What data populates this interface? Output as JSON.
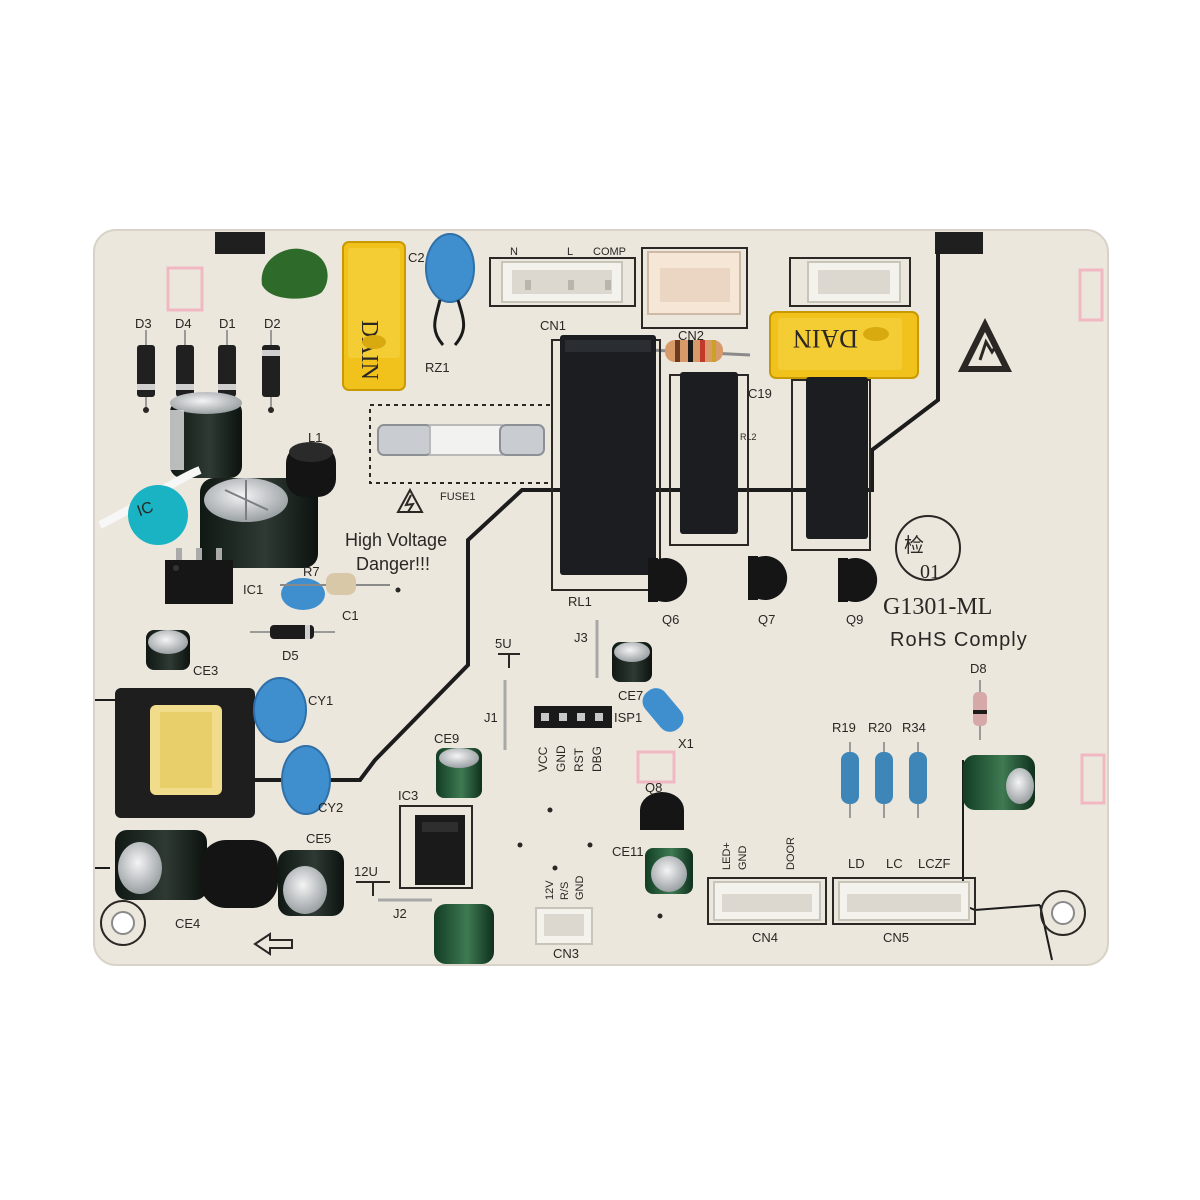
{
  "colors": {
    "board": "#ece7dd",
    "silk": "#2a2724",
    "relay": "#1b1d20",
    "cap_yellow": "#f1c21b",
    "cap_blue": "#3f8fcf",
    "electrolytic": "#1d2a22",
    "connector": "#f4f2ec"
  },
  "connectors": {
    "cn1": {
      "pins": [
        "N",
        "L",
        "COMP"
      ],
      "label": "CN1"
    },
    "cn2": {
      "label": "CN2"
    },
    "cn3": {
      "pins": [
        "12V",
        "R/S",
        "GND"
      ],
      "label": "CN3"
    },
    "cn4": {
      "pins": [
        "LED+",
        "GND",
        "DOOR"
      ],
      "label": "CN4"
    },
    "cn5": {
      "pins": [
        "LD",
        "LC",
        "LCZF"
      ],
      "label": "CN5"
    }
  },
  "warning": {
    "line1": "High Voltage",
    "line2": "Danger!!!"
  },
  "model": {
    "code": "G1301-ML",
    "rohs": "RoHS Comply",
    "qc_stamp": "01",
    "qc_char": "检"
  },
  "isp": {
    "label": "ISP1",
    "pins": [
      "VCC",
      "GND",
      "RST",
      "DBG"
    ]
  },
  "cap_brand": "DAIN",
  "designators": {
    "d3": "D3",
    "d4": "D4",
    "d1": "D1",
    "d2": "D2",
    "d5": "D5",
    "d8": "D8",
    "c2": "C2",
    "c1": "C1",
    "c19": "C19",
    "rz1": "RZ1",
    "l1": "L1",
    "fuse1": "FUSE1",
    "ic1": "IC1",
    "ic3": "IC3",
    "r7": "R7",
    "ce3": "CE3",
    "cy1": "CY1",
    "cy2": "CY2",
    "ce4": "CE4",
    "ce5": "CE5",
    "ce7": "CE7",
    "ce9": "CE9",
    "ce11": "CE11",
    "rl1": "RL1",
    "rl2": "RL2",
    "q6": "Q6",
    "q7": "Q7",
    "q8": "Q8",
    "q9": "Q9",
    "j1": "J1",
    "j2": "J2",
    "j3": "J3",
    "x1": "X1",
    "r19": "R19",
    "r20": "R20",
    "r34": "R34",
    "v5": "5U",
    "v12": "12U"
  }
}
